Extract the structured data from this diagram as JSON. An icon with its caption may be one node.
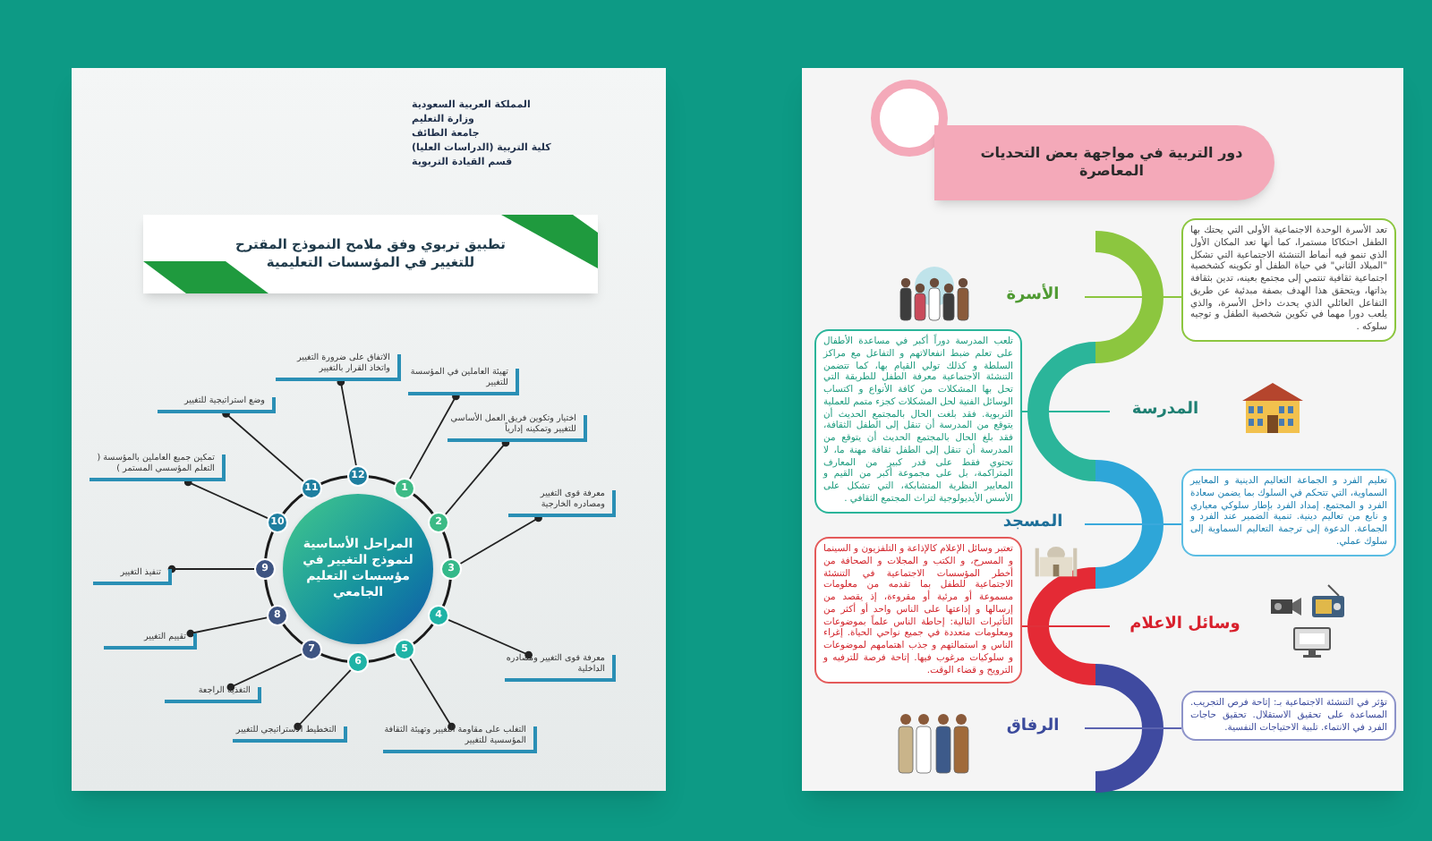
{
  "diagram": {
    "nodes": [
      {
        "text": [
          "تطبيق تربوي وفق ملامح النموذج المقترح للتغيير في المؤسسات التعليمية"
        ]
      },
      {
        "text": [
          "المراحل الأساسية لنموذج التغيير في مؤسسات التعليم الجامعي"
        ]
      },
      {
        "text": [
          "1"
        ]
      },
      {
        "text": [
          "2"
        ]
      },
      {
        "text": [
          "3"
        ]
      },
      {
        "text": [
          "4"
        ]
      },
      {
        "text": [
          "5"
        ]
      },
      {
        "text": [
          "6"
        ]
      },
      {
        "text": [
          "7"
        ]
      },
      {
        "text": [
          "8"
        ]
      },
      {
        "text": [
          "9"
        ]
      },
      {
        "text": [
          "10"
        ]
      },
      {
        "text": [
          "11"
        ]
      },
      {
        "text": [
          "12"
        ]
      },
      {
        "text": [
          "تهيئة العاملين في المؤسسة للتغيير"
        ]
      },
      {
        "text": [
          "اختيار وتكوين فريق العمل الأساسي للتغيير وتمكينه إدارياً"
        ]
      },
      {
        "text": [
          "معرفة قوى التغيير ومصادره الخارجية"
        ]
      },
      {
        "text": [
          "معرفة قوى التغيير ومصادره الداخلية"
        ]
      },
      {
        "text": [
          "التغلب على مقاومة التغيير وتهيئة الثقافة المؤسسية للتغيير"
        ]
      },
      {
        "text": [
          "التخطيط الاستراتيجي للتغيير"
        ]
      },
      {
        "text": [
          "التغذية الراجعة"
        ]
      },
      {
        "text": [
          "تقييم التغيير"
        ]
      },
      {
        "text": [
          "تنفيذ التغيير"
        ]
      },
      {
        "text": [
          "تمكين جميع العاملين بالمؤسسة ( التعلم المؤسسي المستمر )"
        ]
      },
      {
        "text": [
          "وضع استراتيجية للتغيير"
        ]
      },
      {
        "text": [
          "الاتفاق على ضرورة التغيير واتخاذ القرار بالتغيير"
        ]
      },
      {
        "text": [
          "دور التربية في مواجهة بعض التحديات المعاصرة"
        ]
      },
      {
        "text": [
          "الأسرة"
        ]
      },
      {
        "text": [
          "تعد الأسرة الوحدة الاجتماعية الأولى التي يحتك بها الطفل احتكاكا مستمرا، كما أنها تعد المكان الأول الذي تنمو فيه أنماط التنشئة الاجتماعية التي تشكل \"الميلاد الثاني\" في حياة الطفل أو تكوينه كشخصية اجتماعية ثقافية تنتمي إلى مجتمع بعينه، تدين بثقافة بذاتها، ويتحقق هذا الهدف بصفة مبدئية عن طريق التفاعل العائلي الذي يحدث داخل الأسرة، والذي يلعب دورا مهما في تكوين شخصية الطفل و توجيه سلوكه ."
        ]
      },
      {
        "text": [
          "المدرسة"
        ]
      },
      {
        "text": [
          "تلعب المدرسة دوراً أكبر في مساعدة الأطفال على تعلم ضبط انفعالاتهم و التفاعل مع مراكز السلطة و كذلك تولي القيام بها، كما تتضمن التنشئة الاجتماعية معرفة الطفل للطريقة التي تحل بها المشكلات من كافة الأنواع و اكتساب الوسائل الفنية لحل المشكلات كجزء متمم للعملية التربوية. فقد بلغت الحال بالمجتمع الحديث أن يتوقع من المدرسة أن تنقل إلى الطفل الثقافة، فقد بلغ الحال بالمجتمع الحديث أن يتوقع من المدرسة أن تنقل إلى الطفل ثقافة مهنة ما، لا تحتوي فقط على قدر كبير من المعارف المتراكمة، بل على مجموعة أكبر من القيم و المعايير النظرية المتشابكة، التي تشكل على الأسس الأيديولوجية لتراث المجتمع الثقافي ."
        ]
      },
      {
        "text": [
          "المسجد"
        ]
      },
      {
        "text": [
          "تعليم الفرد و الجماعة التعاليم الدينية و المعايير السماوية، التي تتحكم في السلوك بما يضمن سعادة الفرد و المجتمع. إمداد الفرد بإطار سلوكي معياري و نابع من تعاليم دينية. تنمية الضمير عند الفرد و الجماعة. الدعوة إلى ترجمة التعاليم السماوية إلى سلوك عملي."
        ]
      },
      {
        "text": [
          "وسائل الاعلام"
        ]
      },
      {
        "text": [
          "تعتبر وسائل الإعلام كالإذاعة و التلفزيون و السينما و المسرح، و الكتب و المجلات و الصحافة من أخطر المؤسسات الاجتماعية في التنشئة الاجتماعية للطفل بما تقدمه من معلومات مسموعة أو مرئية أو مقروءة، إذ يقصد من إرسالها و إذاعتها على الناس واحد أو أكثر من التأثيرات التالية: إحاطة الناس علماً بموضوعات ومعلومات متعددة في جميع نواحي الحياة. إغراء الناس و استمالتهم و جذب اهتمامهم لموضوعات و سلوكيات مرغوب فيها. إتاحة فرصة للترفيه و الترويح و قضاء الوقت."
        ]
      },
      {
        "text": [
          "الرفاق"
        ]
      },
      {
        "text": [
          "تؤثر في التنشئة الاجتماعية بـ: إتاحة فرص التجريب. المساعدة على تحقيق الاستقلال. تحقيق حاجات الفرد في الانتماء. تلبية الاحتياجات النفسية."
        ]
      }
    ],
    "edges": [
      {
        "from": 2,
        "to": 14,
        "arrow": "other"
      },
      {
        "from": 3,
        "to": 15,
        "arrow": "other"
      },
      {
        "from": 4,
        "to": 16,
        "arrow": "other"
      },
      {
        "from": 5,
        "to": 17,
        "arrow": "other"
      },
      {
        "from": 6,
        "to": 18,
        "arrow": "other"
      },
      {
        "from": 7,
        "to": 19,
        "arrow": "other"
      },
      {
        "from": 8,
        "to": 20,
        "arrow": "other"
      },
      {
        "from": 9,
        "to": 21,
        "arrow": "other"
      },
      {
        "from": 10,
        "to": 22,
        "arrow": "other"
      },
      {
        "from": 11,
        "to": 23,
        "arrow": "other"
      },
      {
        "from": 12,
        "to": 24,
        "arrow": "other"
      },
      {
        "from": 13,
        "to": 25,
        "arrow": "other"
      },
      {
        "from": 27,
        "to": 28,
        "arrow": "none",
        "color": "#8cc63f"
      },
      {
        "from": 29,
        "to": 30,
        "arrow": "none",
        "color": "#2bb59a"
      },
      {
        "from": 31,
        "to": 32,
        "arrow": "none",
        "color": "#3aa9dc"
      },
      {
        "from": 33,
        "to": 34,
        "arrow": "none",
        "color": "#e0303a"
      },
      {
        "from": 35,
        "to": 36,
        "arrow": "none",
        "color": "#5b63b0"
      }
    ],
    "labels": [
      "المملكة العربية السعودية",
      "وزارة التعليم",
      "جامعة الطائف",
      "كلية التربية (الدراسات العليا)",
      "قسم القيادة التربوية"
    ]
  }
}
